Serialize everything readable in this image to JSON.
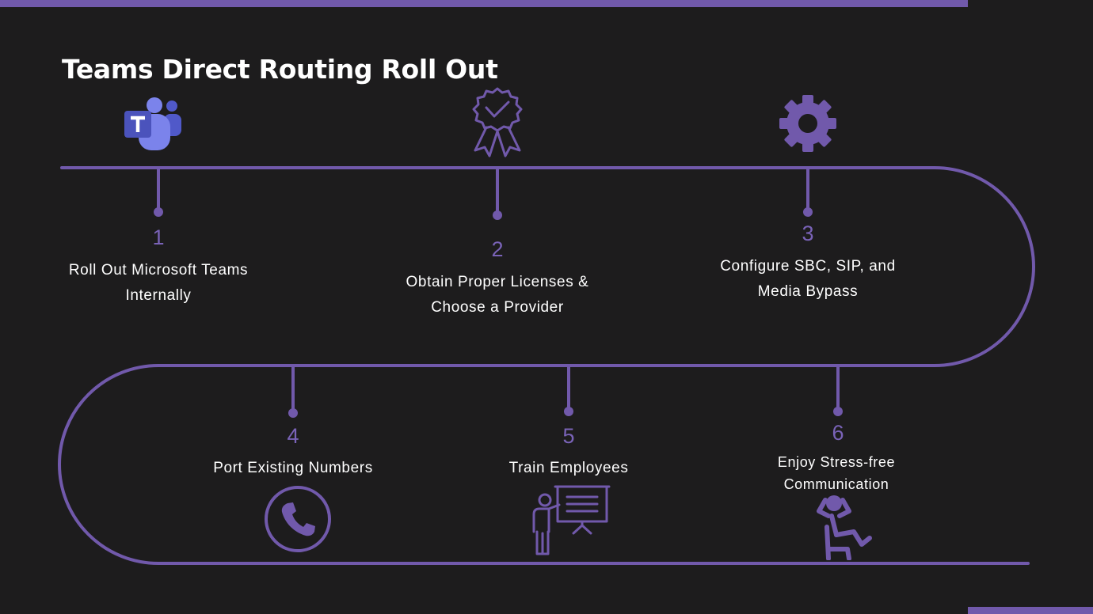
{
  "title": "Teams Direct Routing Roll Out",
  "colors": {
    "background": "#1d1c1d",
    "accent": "#7159ab",
    "text": "#ffffff"
  },
  "steps": [
    {
      "number": "1",
      "label": "Roll Out Microsoft Teams Internally",
      "icon": "microsoft-teams-icon"
    },
    {
      "number": "2",
      "label": "Obtain Proper Licenses & Choose a Provider",
      "icon": "certificate-badge-icon"
    },
    {
      "number": "3",
      "label": "Configure SBC, SIP, and Media Bypass",
      "icon": "gear-icon"
    },
    {
      "number": "4",
      "label": "Port Existing Numbers",
      "icon": "phone-icon"
    },
    {
      "number": "5",
      "label": "Train Employees",
      "icon": "presenter-icon"
    },
    {
      "number": "6",
      "label": "Enjoy Stress-free Communication",
      "icon": "relaxing-person-icon"
    }
  ]
}
